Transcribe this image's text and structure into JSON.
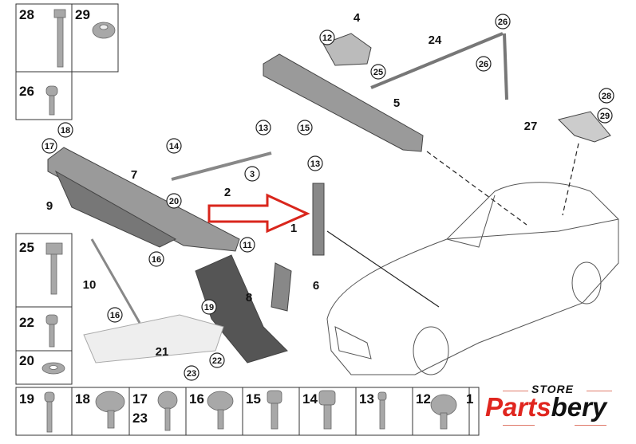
{
  "title": "Front end mounting parts diagram",
  "colors": {
    "arrow": "#d9261c",
    "logo_red": "#e0261f",
    "line": "#222222",
    "part_grey": "#9a9a9a"
  },
  "part_boxes": {
    "top": [
      "28",
      "29",
      "26"
    ],
    "left": [
      "25",
      "22",
      "20"
    ],
    "bottom": [
      "19",
      "18",
      "17",
      "23",
      "16",
      "15",
      "14",
      "13",
      "12",
      "1"
    ]
  },
  "callouts_circled": [
    "12",
    "25",
    "26",
    "26",
    "28",
    "29",
    "15",
    "18",
    "17",
    "14",
    "13",
    "13",
    "3",
    "20",
    "16",
    "11",
    "16",
    "19",
    "22",
    "23"
  ],
  "callouts_plain": [
    "4",
    "24",
    "5",
    "27",
    "7",
    "9",
    "2",
    "1",
    "6",
    "8",
    "10",
    "21"
  ],
  "logo": {
    "store": "STORE",
    "brand_red": "Parts",
    "brand_black": "bery"
  }
}
